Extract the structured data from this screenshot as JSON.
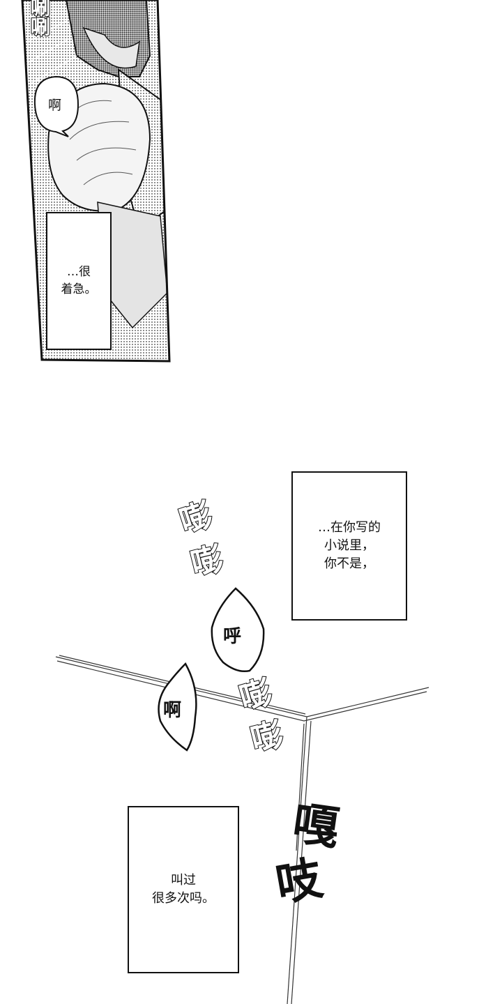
{
  "panel_1": {
    "sfx_top": "唰唰",
    "bubble_text": "啊",
    "caption": "…很\n着急。"
  },
  "panel_2": {
    "caption": "…在你写的\n小说里，\n你不是，",
    "sfx_pant_1": "嘭",
    "sfx_pant_2": "嘭",
    "bubble_1": "呼",
    "bubble_2": "啊",
    "sfx_pant_3": "嘭",
    "sfx_pant_4": "嘭",
    "sfx_creak_1": "嘎",
    "sfx_creak_2": "吱",
    "caption_bottom": "叫过\n很多次吗。"
  },
  "colors": {
    "ink": "#111111",
    "paper": "#ffffff",
    "screentone": "#8a8a8a"
  }
}
